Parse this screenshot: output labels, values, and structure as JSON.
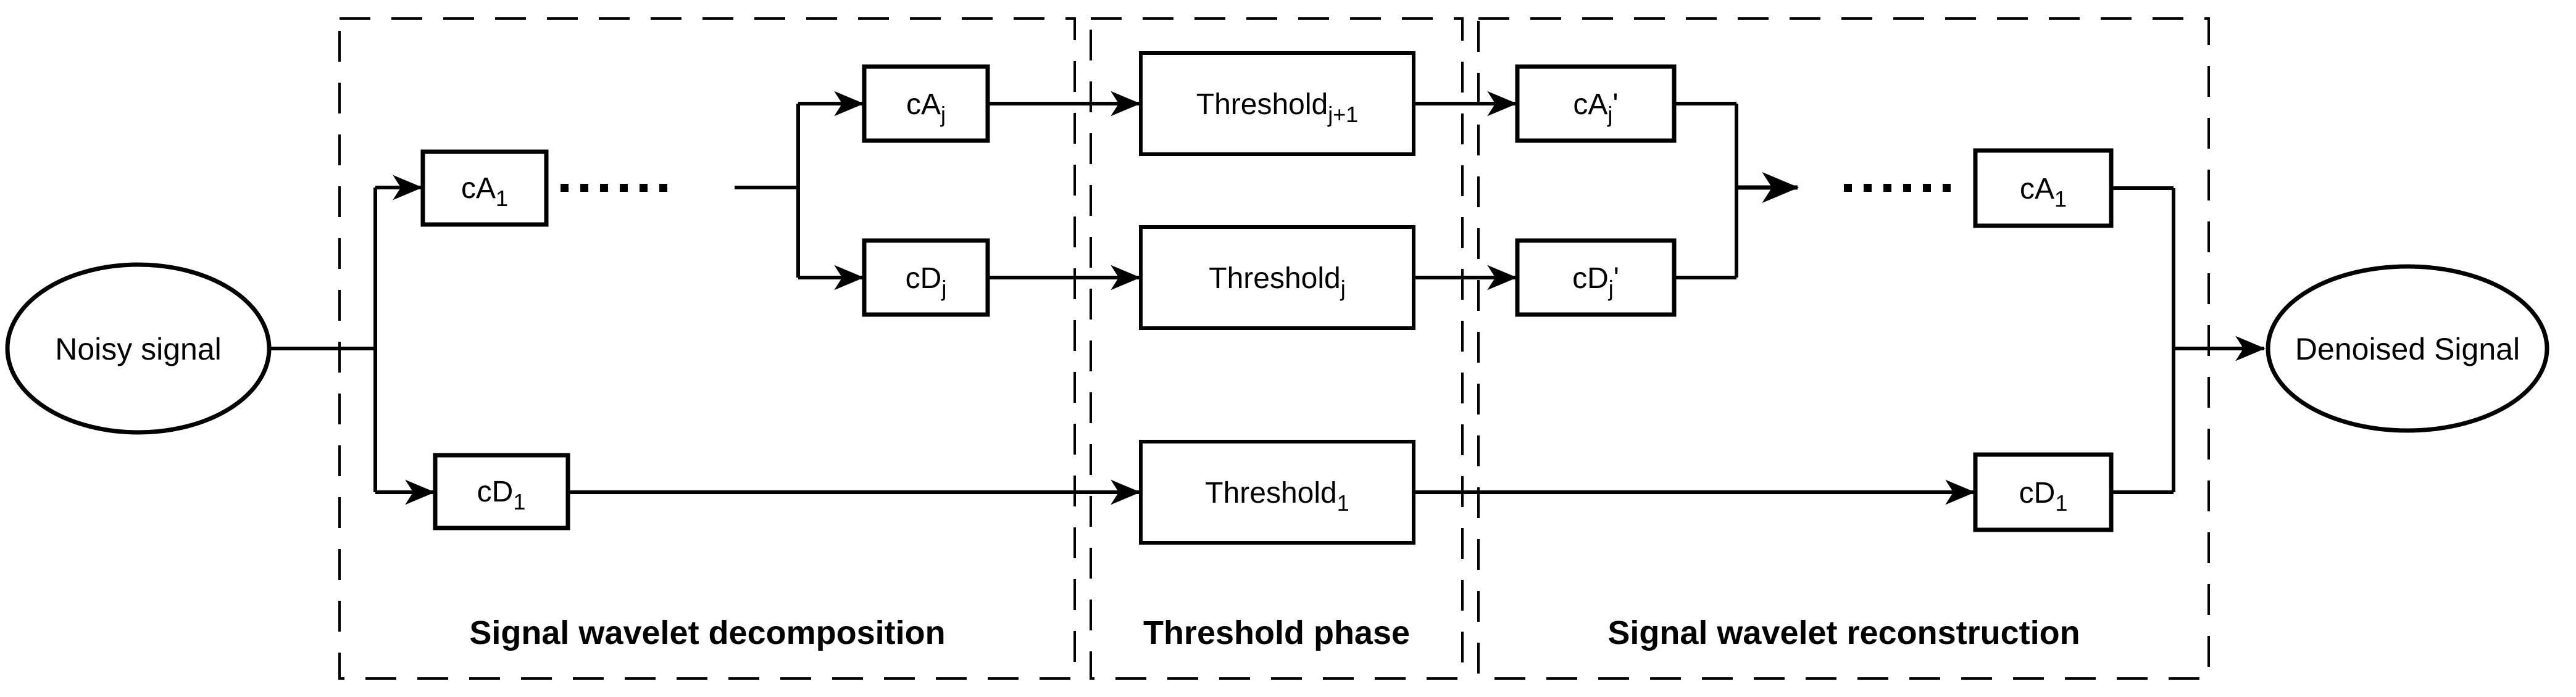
{
  "colors": {
    "ink": "#000000",
    "background": "#ffffff"
  },
  "terminals": {
    "noisy": {
      "label": "Noisy signal"
    },
    "denoised": {
      "label": "Denoised Signal"
    }
  },
  "sections": {
    "decomposition": {
      "label": "Signal wavelet decomposition"
    },
    "threshold": {
      "label": "Threshold phase"
    },
    "reconstruction": {
      "label": "Signal wavelet reconstruction"
    }
  },
  "nodes": {
    "ca1_left": {
      "base": "cA",
      "sub": "1"
    },
    "cd1_left": {
      "base": "cD",
      "sub": "1"
    },
    "caj": {
      "base": "cA",
      "sub": "j"
    },
    "cdj": {
      "base": "cD",
      "sub": "j"
    },
    "threshold_j_plus_1": {
      "base": "Threshold",
      "sub": "j+1"
    },
    "threshold_j": {
      "base": "Threshold",
      "sub": "j"
    },
    "threshold_1": {
      "base": "Threshold",
      "sub": "1"
    },
    "caj_prime": {
      "base": "cA",
      "sub": "j",
      "prime": "'"
    },
    "cdj_prime": {
      "base": "cD",
      "sub": "j",
      "prime": "'"
    },
    "ca1_right": {
      "base": "cA",
      "sub": "1"
    },
    "cd1_right": {
      "base": "cD",
      "sub": "1"
    }
  },
  "ellipsis_left": "......",
  "ellipsis_right": "......"
}
